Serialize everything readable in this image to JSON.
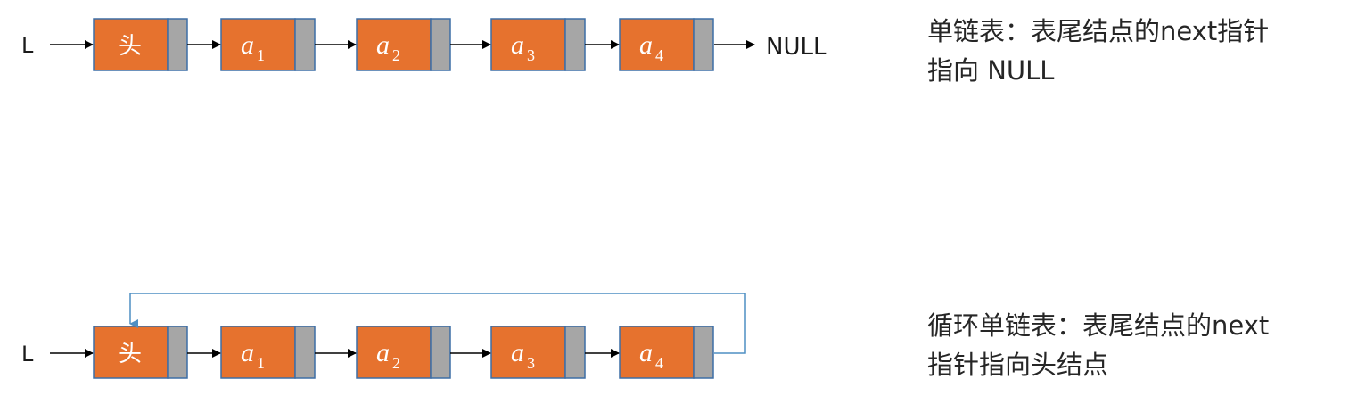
{
  "colors": {
    "data_field": "#E6722E",
    "pointer_field": "#A6A6A6",
    "border": "#3D6EA6",
    "arrow": "#000000",
    "loop": "#4E8FC4"
  },
  "top_list": {
    "pointer_label": "L",
    "head_label": "头",
    "nodes": [
      {
        "base": "a",
        "sub": "1"
      },
      {
        "base": "a",
        "sub": "2"
      },
      {
        "base": "a",
        "sub": "3"
      },
      {
        "base": "a",
        "sub": "4"
      }
    ],
    "null_label": "NULL",
    "description_lines": [
      "单链表：表尾结点的next指针",
      "指向 NULL"
    ]
  },
  "bottom_list": {
    "pointer_label": "L",
    "head_label": "头",
    "nodes": [
      {
        "base": "a",
        "sub": "1"
      },
      {
        "base": "a",
        "sub": "2"
      },
      {
        "base": "a",
        "sub": "3"
      },
      {
        "base": "a",
        "sub": "4"
      }
    ],
    "description_lines": [
      "循环单链表：表尾结点的next",
      "指针指向头结点"
    ]
  }
}
